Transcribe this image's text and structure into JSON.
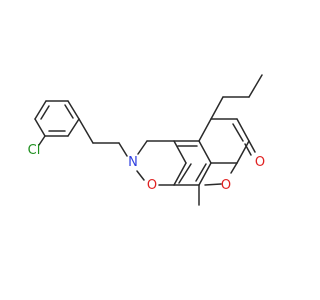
{
  "molecule": {
    "atoms": {
      "chlorine": {
        "text": "Cl",
        "color": "#1e8f1e"
      },
      "nitrogen": {
        "text": "N",
        "color": "#2f3fe0"
      },
      "oxygen_ring": {
        "text": "O",
        "color": "#e02020"
      },
      "oxygen_pyran": {
        "text": "O",
        "color": "#e02020"
      },
      "oxygen_carbonyl": {
        "text": "O",
        "color": "#e02020"
      }
    },
    "bond_color": "#2a2a2a",
    "background": "#ffffff"
  }
}
